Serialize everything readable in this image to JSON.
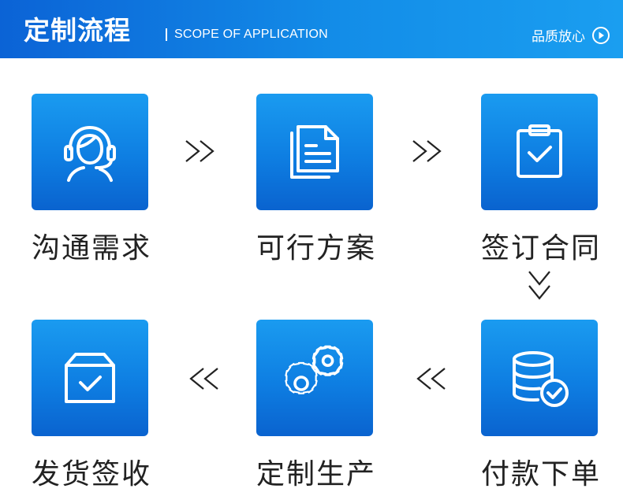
{
  "header": {
    "title": "定制流程",
    "subtitle": "SCOPE OF APPLICATION",
    "badge": "品质放心"
  },
  "steps": [
    {
      "label": "沟通需求",
      "icon": "customer-service-icon"
    },
    {
      "label": "可行方案",
      "icon": "document-icon"
    },
    {
      "label": "签订合同",
      "icon": "clipboard-check-icon"
    },
    {
      "label": "付款下单",
      "icon": "database-check-icon"
    },
    {
      "label": "定制生产",
      "icon": "gears-icon"
    },
    {
      "label": "发货签收",
      "icon": "box-check-icon"
    }
  ],
  "colors": {
    "accent": "#1287e6",
    "header_dark": "#0b63d6",
    "text": "#222222"
  }
}
